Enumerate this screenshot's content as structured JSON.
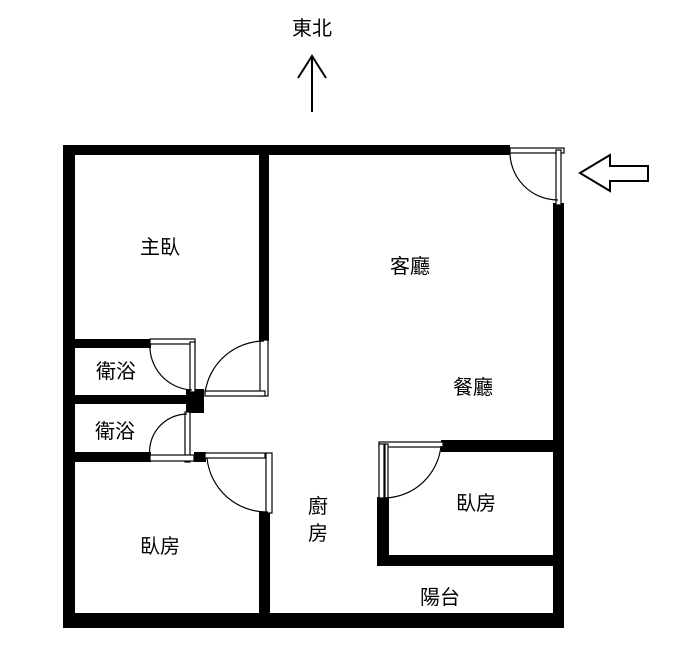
{
  "compass": {
    "label": "東北",
    "icon": "north-arrow-icon"
  },
  "entrance": {
    "icon": "entrance-arrow-icon"
  },
  "rooms": {
    "master_bedroom": "主臥",
    "bathroom_1": "衛浴",
    "bathroom_2": "衛浴",
    "bedroom_1": "臥房",
    "bedroom_2": "臥房",
    "living_room": "客廳",
    "dining_room": "餐廳",
    "kitchen_1": "廚",
    "kitchen_2": "房",
    "balcony": "陽台"
  },
  "colors": {
    "wall": "#000000",
    "door": "#000000",
    "background": "#ffffff"
  }
}
